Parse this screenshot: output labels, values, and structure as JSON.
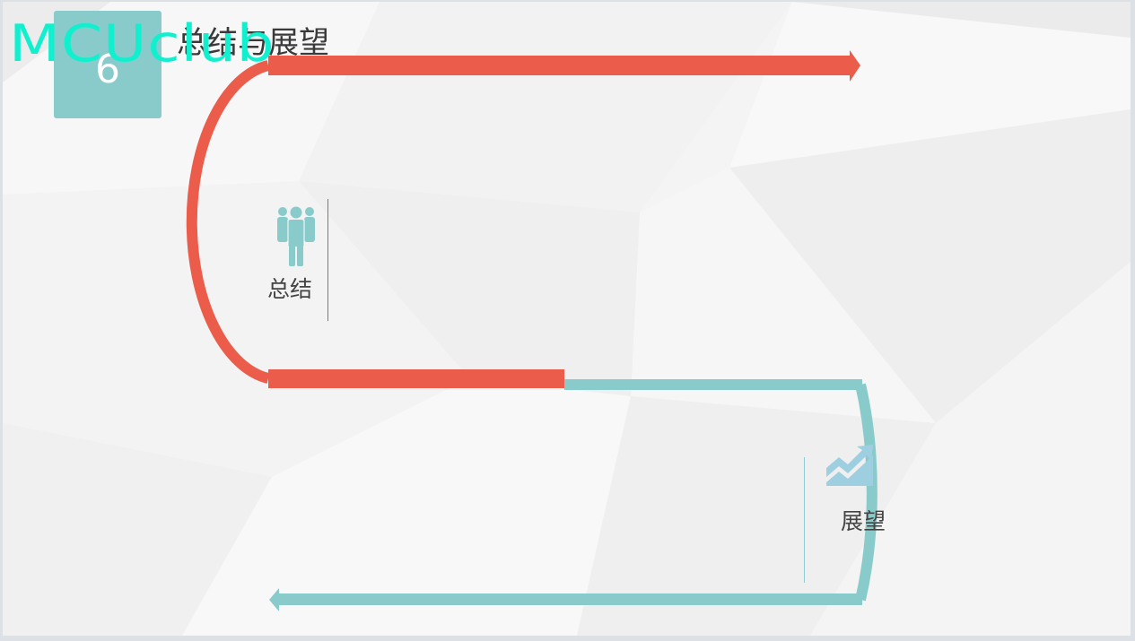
{
  "watermark": "MCUclub",
  "section_number": "6",
  "title": "总结与展望",
  "colors": {
    "accent_red": "#ec5c4a",
    "accent_teal": "#89cbcb",
    "number_box": "#89cbcb"
  },
  "items": [
    {
      "label": "总结",
      "icon": "team-people-icon"
    },
    {
      "label": "展望",
      "icon": "trend-chart-icon"
    }
  ]
}
